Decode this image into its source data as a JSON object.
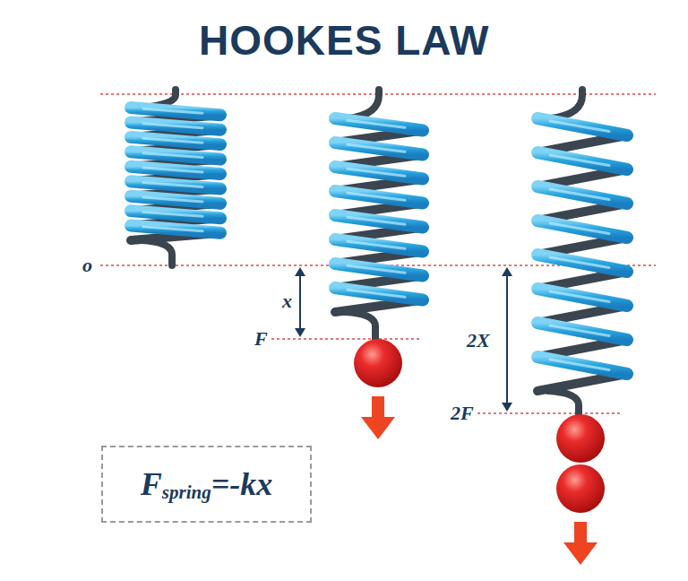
{
  "diagram": {
    "title": "HOOKES LAW",
    "nodes": [
      {
        "text": [
          "F",
          "spring",
          "=-kx"
        ]
      }
    ],
    "labels": [
      "o",
      "x",
      "F",
      "2X",
      "2F"
    ]
  }
}
